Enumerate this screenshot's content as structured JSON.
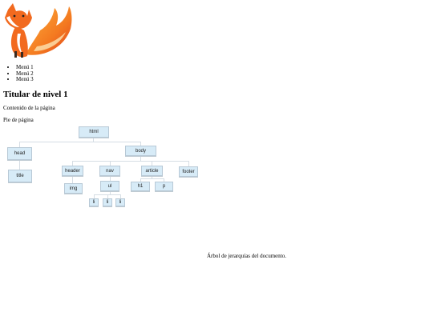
{
  "logo": {
    "icon": "fox-logo-icon"
  },
  "menu": {
    "items": [
      {
        "label": "Menú 1"
      },
      {
        "label": "Menú 2"
      },
      {
        "label": "Menú 3"
      }
    ]
  },
  "page": {
    "title": "Titular de nivel 1",
    "content": "Contenido de la página",
    "footer": "Pie de página"
  },
  "tree": {
    "html": "html",
    "head": "head",
    "title": "title",
    "body": "body",
    "header": "header",
    "img": "img",
    "nav": "nav",
    "ul": "ul",
    "li_items": [
      "li",
      "li",
      "li"
    ],
    "article": "article",
    "h1": "h1",
    "p": "p",
    "footer": "footer",
    "colors": {
      "node_fill": "#d7ebf7",
      "node_border": "#b8c9d6",
      "line": "#d5dde4"
    }
  },
  "caption": "Árbol de jerarquías del documento."
}
